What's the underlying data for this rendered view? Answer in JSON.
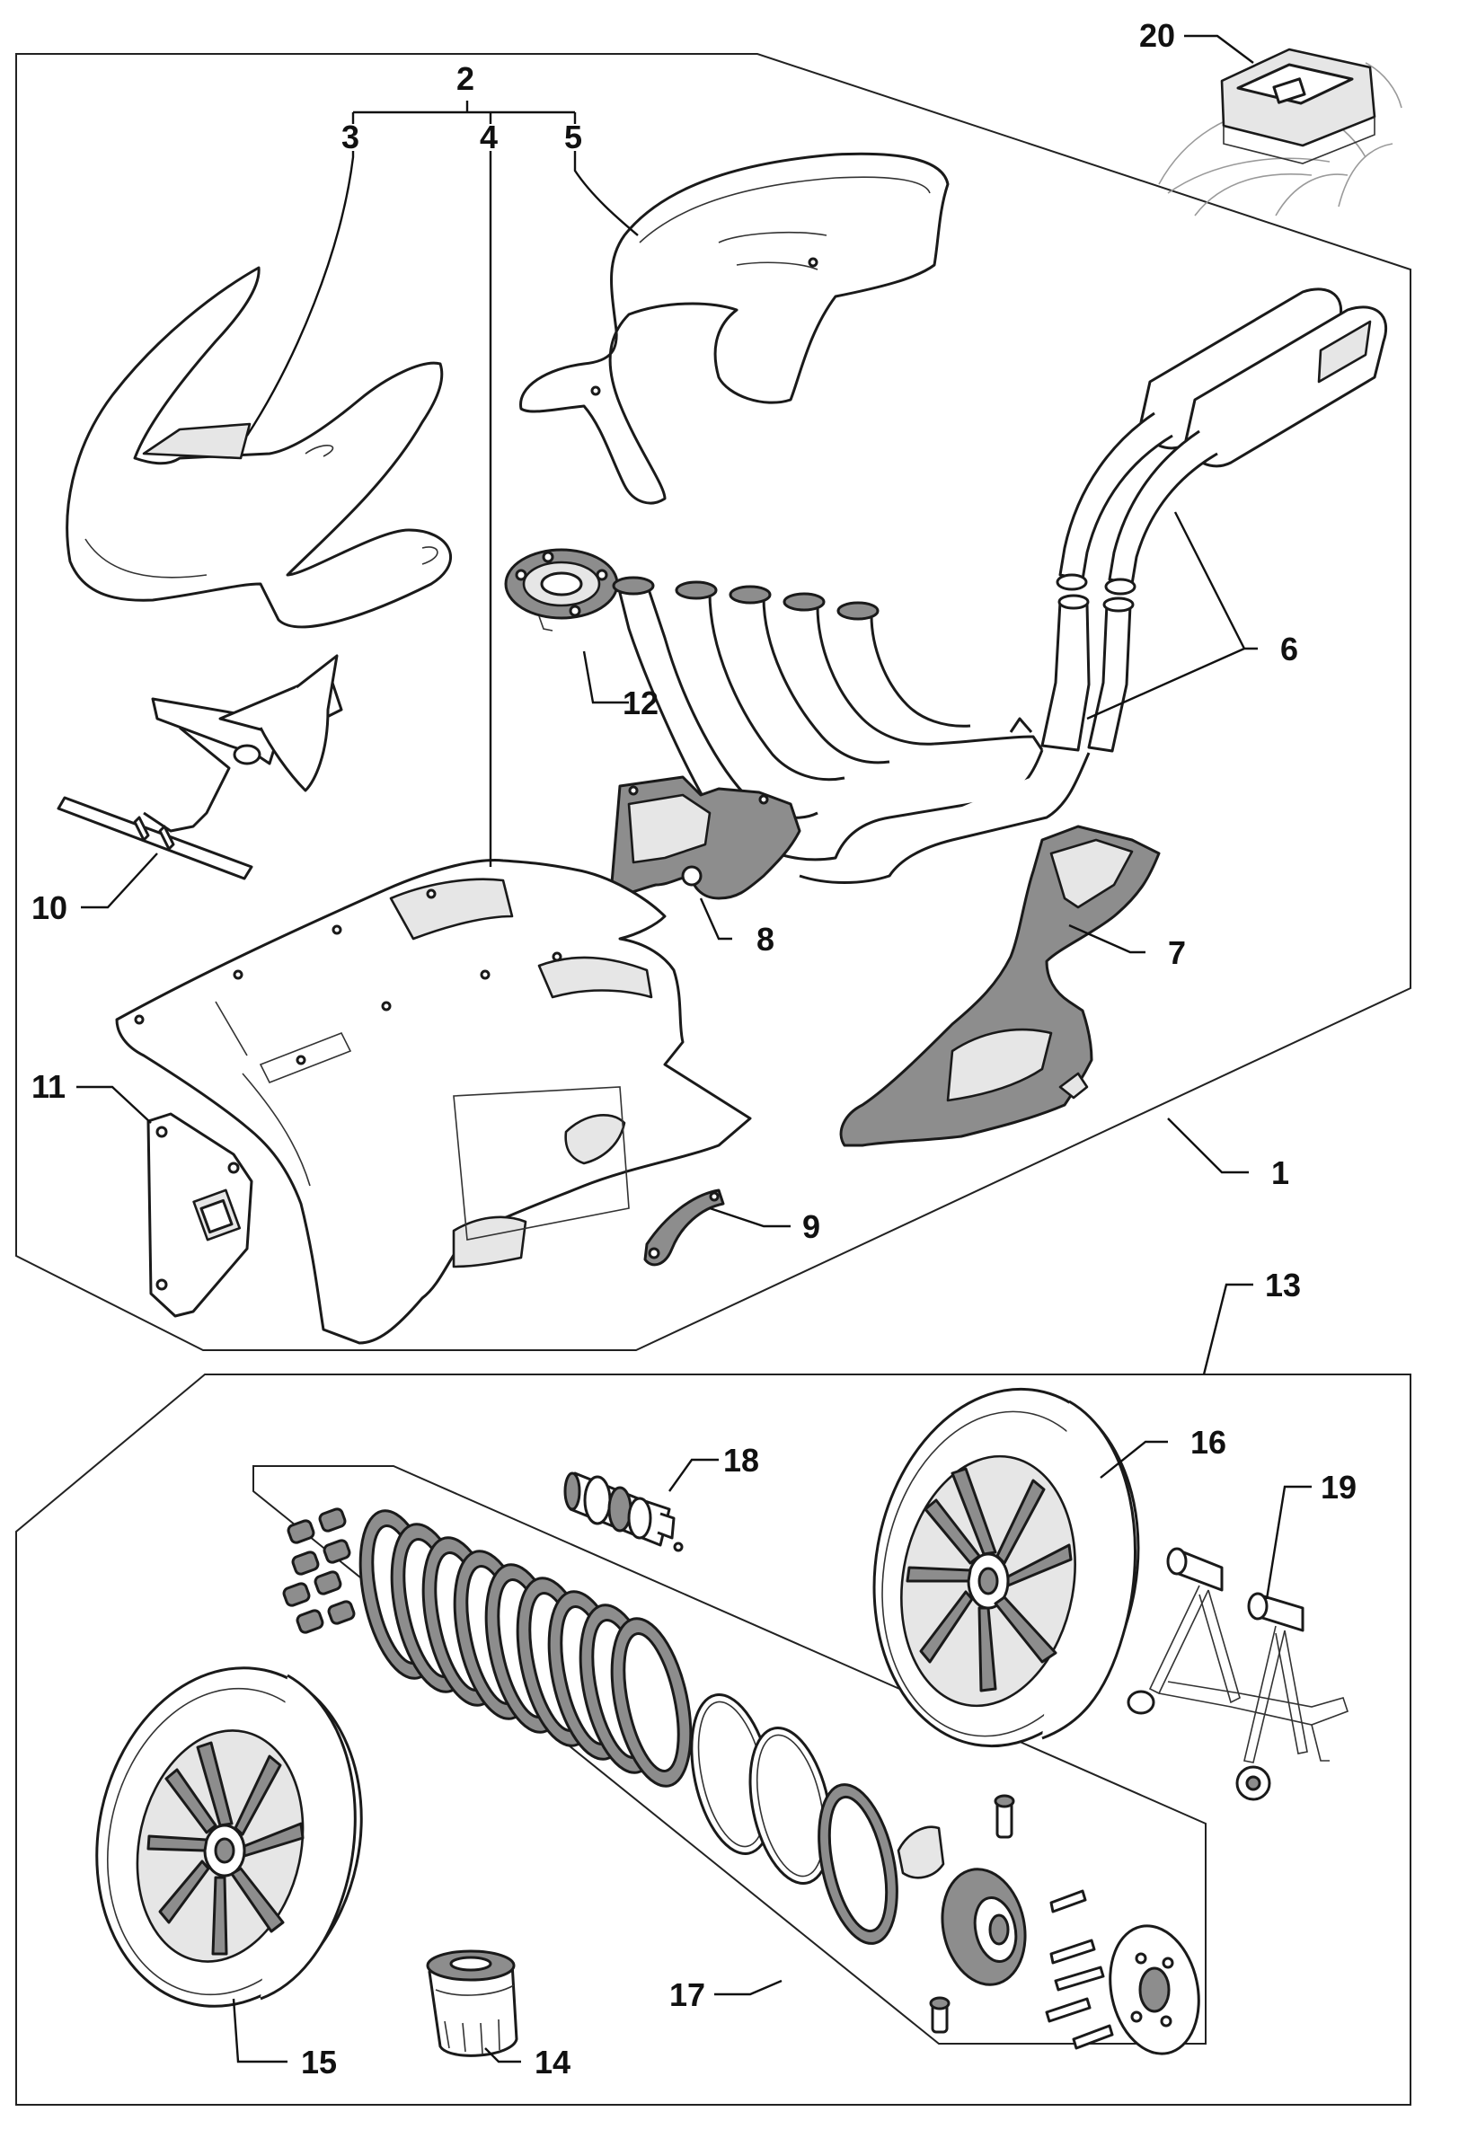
{
  "colors": {
    "ink": "#111111",
    "frame": "#222222",
    "part_fill": "#ffffff",
    "carbon": "#8d8d8d",
    "ghost": "#9a9a9a"
  },
  "labels": {
    "l1": "1",
    "l2": "2",
    "l3": "3",
    "l4": "4",
    "l5": "5",
    "l6": "6",
    "l7": "7",
    "l8": "8",
    "l9": "9",
    "l10": "10",
    "l11": "11",
    "l12": "12",
    "l13": "13",
    "l14": "14",
    "l15": "15",
    "l16": "16",
    "l17": "17",
    "l18": "18",
    "l19": "19",
    "l20": "20"
  }
}
